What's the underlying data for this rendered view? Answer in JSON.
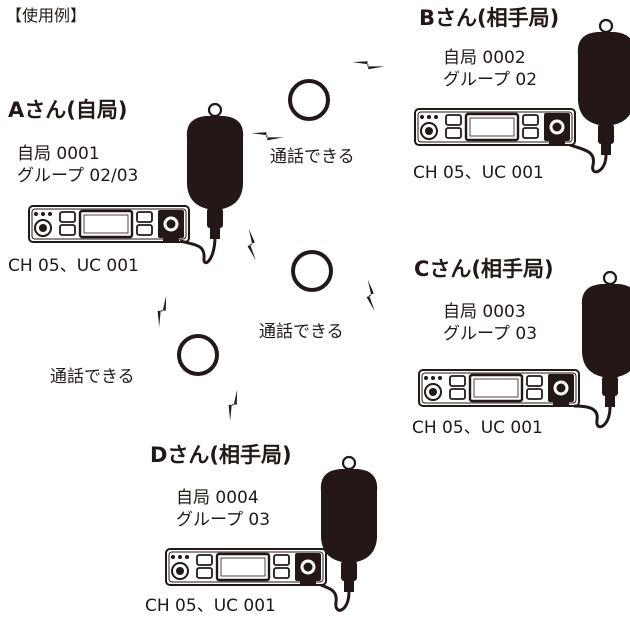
{
  "title": "【使用例】",
  "stations": {
    "a": {
      "name": "Aさん(自局)",
      "id_line": "自局 0001",
      "group_line": "グループ 02/03",
      "channel_line": "CH 05、UC 001"
    },
    "b": {
      "name": "Bさん(相手局)",
      "id_line": "自局 0002",
      "group_line": "グループ 02",
      "channel_line": "CH 05、UC 001"
    },
    "c": {
      "name": "Cさん(相手局)",
      "id_line": "自局 0003",
      "group_line": "グループ 03",
      "channel_line": "CH 05、UC 001"
    },
    "d": {
      "name": "Dさん(相手局)",
      "id_line": "自局 0004",
      "group_line": "グループ 03",
      "channel_line": "CH 05、UC 001"
    }
  },
  "links": {
    "a_b": {
      "result": "○",
      "label": "通話できる"
    },
    "a_c": {
      "result": "○",
      "label": "通話できる"
    },
    "a_d": {
      "result": "○",
      "label": "通話できる"
    }
  }
}
